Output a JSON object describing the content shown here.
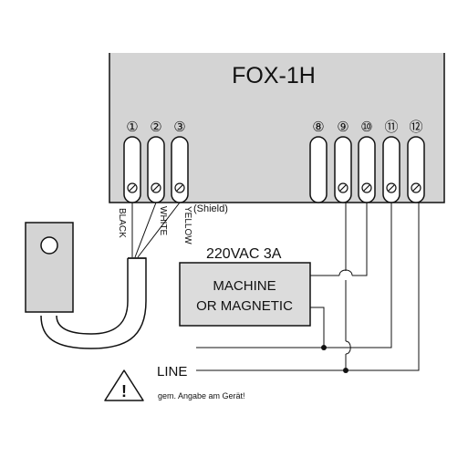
{
  "device": {
    "title": "FOX-1H",
    "terminals": [
      "①",
      "②",
      "③",
      "⑧",
      "⑨",
      "⑩",
      "⑪",
      "⑫"
    ]
  },
  "wires": {
    "black_label": "BLACK",
    "white_label": "WHITE",
    "yellow_label": "YELLOW",
    "shield_label": "(Shield)"
  },
  "load": {
    "rating": "220VAC 3A",
    "line1": "MACHINE",
    "line2": "OR MAGNETIC"
  },
  "line_label": "LINE",
  "warning": {
    "symbol": "!",
    "note": "gem. Angabe am Gerät!"
  },
  "colors": {
    "device_fill": "#d4d4d4",
    "box_fill": "#dcdcdc",
    "stroke": "#111111"
  }
}
